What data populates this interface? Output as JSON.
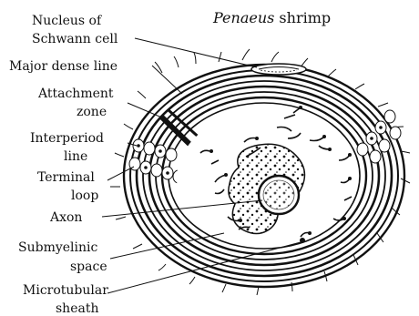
{
  "title": {
    "species": "Penaeus",
    "rest": " shrimp"
  },
  "labels": {
    "nucleus_line1": "Nucleus of",
    "nucleus_line2": "Schwann cell",
    "major_dense_line": "Major dense line",
    "attachment_line1": "Attachment",
    "attachment_line2": "zone",
    "interperiod_line1": "Interperiod",
    "interperiod_line2": "line",
    "terminal_line1": "Terminal",
    "terminal_line2": "loop",
    "axon": "Axon",
    "submyelinic_line1": "Submyelinic",
    "submyelinic_line2": "space",
    "microtubular_line1": "Microtubular",
    "microtubular_line2": "sheath"
  },
  "colors": {
    "ink": "#111111",
    "paper": "#ffffff"
  }
}
